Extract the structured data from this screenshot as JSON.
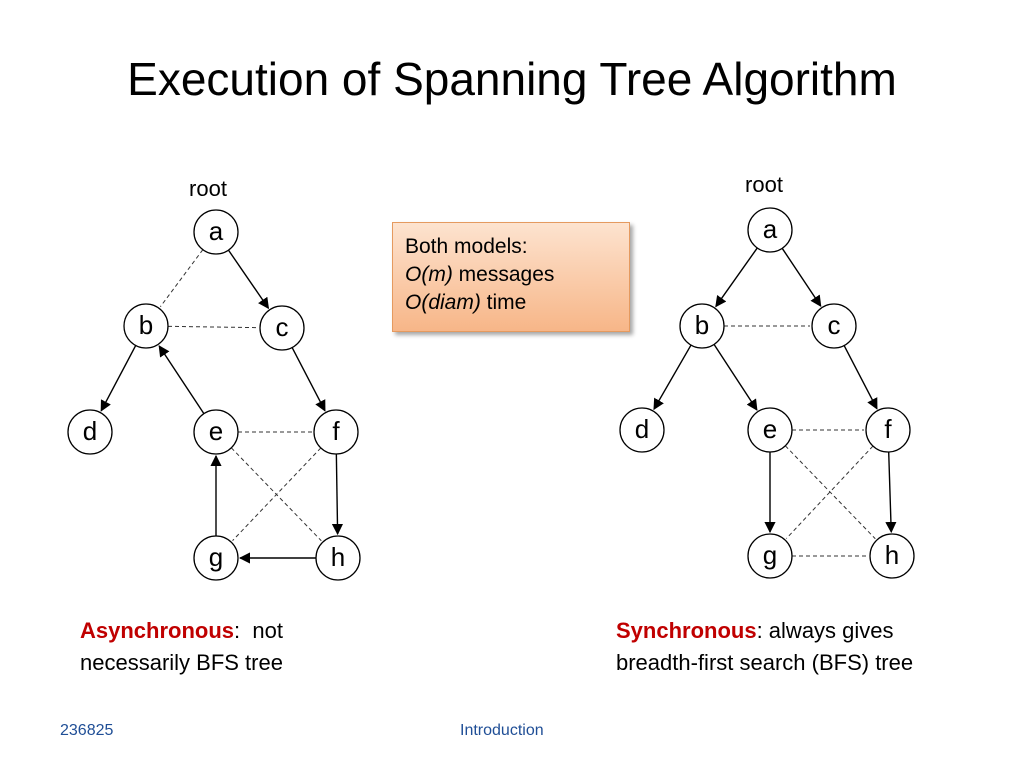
{
  "title": "Execution of Spanning Tree Algorithm",
  "callout": {
    "line1": "Both models:",
    "line2_em": "O(m)",
    "line2_rest": " messages",
    "line3_em": "O(diam)",
    "line3_rest": " time"
  },
  "left_graph": {
    "root_label": "root",
    "nodes": [
      "a",
      "b",
      "c",
      "d",
      "e",
      "f",
      "g",
      "h"
    ],
    "tree_edges": [
      [
        "a",
        "c"
      ],
      [
        "c",
        "f"
      ],
      [
        "f",
        "h"
      ],
      [
        "h",
        "g"
      ],
      [
        "g",
        "e"
      ],
      [
        "e",
        "b"
      ],
      [
        "b",
        "d"
      ]
    ],
    "non_tree_edges": [
      [
        "a",
        "b"
      ],
      [
        "b",
        "c"
      ],
      [
        "e",
        "f"
      ],
      [
        "e",
        "h"
      ],
      [
        "f",
        "g"
      ]
    ]
  },
  "right_graph": {
    "root_label": "root",
    "nodes": [
      "a",
      "b",
      "c",
      "d",
      "e",
      "f",
      "g",
      "h"
    ],
    "tree_edges": [
      [
        "a",
        "b"
      ],
      [
        "a",
        "c"
      ],
      [
        "b",
        "d"
      ],
      [
        "b",
        "e"
      ],
      [
        "c",
        "f"
      ],
      [
        "e",
        "g"
      ],
      [
        "f",
        "h"
      ]
    ],
    "non_tree_edges": [
      [
        "b",
        "c"
      ],
      [
        "e",
        "f"
      ],
      [
        "g",
        "h"
      ],
      [
        "e",
        "h"
      ],
      [
        "f",
        "g"
      ]
    ]
  },
  "captions": {
    "left_keyword": "Asynchronous",
    "left_rest": ":  not",
    "left_line2": "necessarily BFS tree",
    "right_keyword": "Synchronous",
    "right_rest": ": always gives",
    "right_line2": "breadth-first search (BFS) tree"
  },
  "colors": {
    "keyword": "#c00000",
    "footer": "#1f4e96",
    "callout_fill": "#f9c39b"
  },
  "footer": {
    "left": "236825",
    "center": "Introduction"
  }
}
